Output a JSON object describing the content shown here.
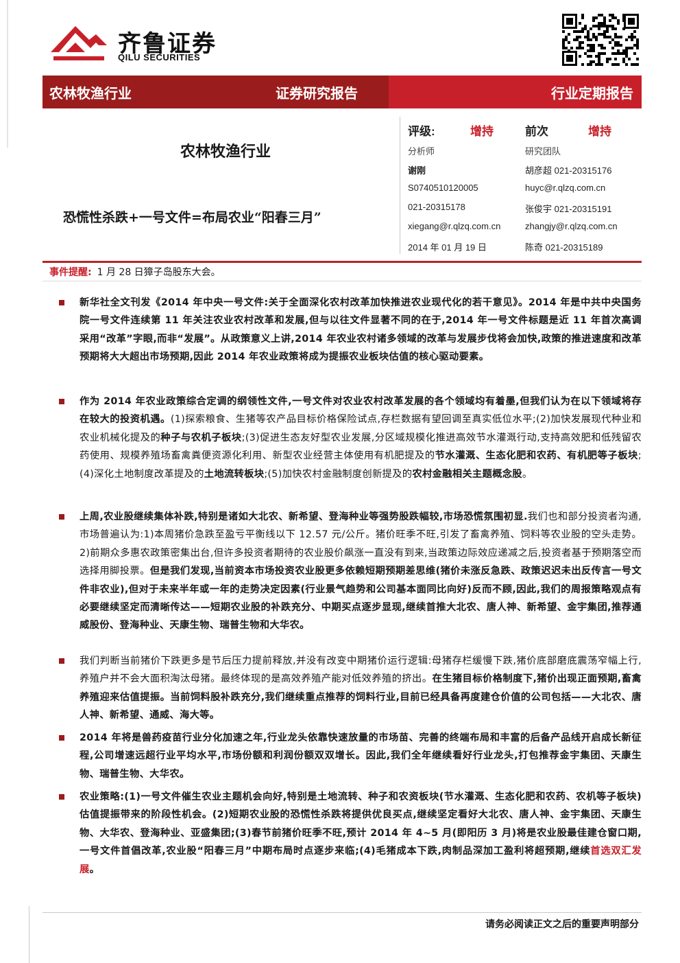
{
  "header": {
    "brand_cn": "齐鲁证券",
    "brand_en": "QILU SECURITIES"
  },
  "banner": {
    "left": "农林牧渔行业",
    "middle": "证券研究报告",
    "right": "行业定期报告"
  },
  "report": {
    "industry": "农林牧渔行业",
    "title": "恐慌性杀跌+一号文件=布局农业“阳春三月”"
  },
  "rating": {
    "label": "评级:",
    "value": "增持",
    "prev_label": "前次",
    "prev_value": "增持"
  },
  "analyst": {
    "role": "分析师",
    "name": "谢刚",
    "license": "S0740510120005",
    "phone": "021-20315178",
    "email": "xiegang@r.qlzq.com.cn",
    "date": "2014 年 01 月 19 日"
  },
  "team": {
    "role": "研究团队",
    "m1": "胡彦超 021-20315176",
    "m1_email": "huyc@r.qlzq.com.cn",
    "m2": "张俊宇 021-20315191",
    "m2_email": "zhangjy@r.qlzq.com.cn",
    "m3": "陈奇 021-20315189"
  },
  "event": {
    "label": "事件提醒:",
    "text": "1 月 28 日獐子岛股东大会。"
  },
  "paragraphs": [
    {
      "segments": [
        {
          "t": "新华社全文刊发《2014 年中央一号文件:关于全面深化农村改革加快推进农业现代化的若干意见》。2014 年是中共中央国务院一号文件连续第 11 年关注农业农村改革和发展,但与以往文件显著不同的在于,2014 年一号文件标题是近 11 年首次高调采用“改革”字眼,而非“发展”。从政策意义上讲,2014 年农业农村诸多领域的改革与发展步伐将会加快,政策的推进速度和改革预期将大大超出市场预期,因此 2014 年农业政策将成为提振农业板块估值的核心驱动要素。",
          "s": "b"
        }
      ]
    },
    {
      "segments": [
        {
          "t": "作为 2014 年农业政策综合定调的纲领性文件,一号文件对农业农村改革发展的各个领域均有着墨,但我们认为在以下领域将存在较大的投资机遇。",
          "s": "b"
        },
        {
          "t": "(1)探索粮食、生猪等农产品目标价格保险试点,存栏数据有望回调至真实低位水平;(2)加快发展现代种业和农业机械化提及的",
          "s": "n"
        },
        {
          "t": "种子与农机子板块",
          "s": "b"
        },
        {
          "t": ";(3)促进生态友好型农业发展,分区域规模化推进高效节水灌溉行动,支持高效肥和低残留农药使用、规模养殖场畜禽粪便资源化利用、新型农业经营主体使用有机肥提及的",
          "s": "n"
        },
        {
          "t": "节水灌溉、生态化肥和农药、有机肥等子板块",
          "s": "b"
        },
        {
          "t": ";(4)深化土地制度改革提及的",
          "s": "n"
        },
        {
          "t": "土地流转板块",
          "s": "b"
        },
        {
          "t": ";(5)加快农村金融制度创新提及的",
          "s": "n"
        },
        {
          "t": "农村金融相关主题概念股",
          "s": "b"
        },
        {
          "t": "。",
          "s": "n"
        }
      ]
    },
    {
      "segments": [
        {
          "t": "上周,农业股继续集体补跌,特别是诸如大北农、新希望、登海种业等强势股跌幅较,市场恐慌氛围初显.",
          "s": "b"
        },
        {
          "t": "我们也和部分投资者沟通,市场普遍认为:1)本周猪价急跌至盈亏平衡线以下 12.57 元/公斤。猪价旺季不旺,引发了畜禽养殖、饲料等农业股的空头走势。2)前期众多惠农政策密集出台,但许多投资者期待的农业股价飙涨一直没有到来,当政策边际效应递减之后,投资者基于预期落空而选择用脚投票。",
          "s": "n"
        },
        {
          "t": "但是我们发现,当前资本市场投资农业股更多依赖短期预期差思维(猪价未涨反急跌、政策迟迟未出反传言一号文件非农业),但对于未来半年或一年的走势决定因素(行业景气趋势和公司基本面同比向好)反而不顾,因此,我们的周报策略观点有必要继续坚定而清晰传达——短期农业股的补跌充分、中期买点逐步显现,继续首推大北农、唐人神、新希望、金宇集团,推荐通威股份、登海种业、天康生物、瑞普生物和大华农。",
          "s": "b"
        }
      ]
    },
    {
      "segments": [
        {
          "t": "我们判断当前猪价下跌更多是节后压力提前释放,并没有改变中期猪价运行逻辑:母猪存栏缓慢下跌,猪价底部磨底震荡窄幅上行,养殖户并不会大面积淘汰母猪。最终体现的是高效养殖产能对低效养殖的挤出。",
          "s": "n"
        },
        {
          "t": "在生猪目标价格制度下,猪价出现正面预期,畜禽养殖迎来估值提振。当前饲料股补跌充分,我们继续重点推荐的饲料行业,目前已经具备再度建仓价值的公司包括——大北农、唐人神、新希望、通威、海大等。",
          "s": "b"
        }
      ]
    },
    {
      "segments": [
        {
          "t": "2014 年将是兽药疫苗行业分化加速之年,行业龙头依靠快速放量的市场苗、完善的终端布局和丰富的后备产品线开启成长新征程,公司增速远超行业平均水平,市场份额和利润份额双双增长。因此,我们全年继续看好行业龙头,打包推荐金宇集团、天康生物、瑞普生物、大华农。",
          "s": "b"
        }
      ]
    },
    {
      "segments": [
        {
          "t": "农业策略:(1)一号文件催生农业主题机会向好,特别是土地流转、种子和农资板块(节水灌溉、生态化肥和农药、农机等子板块)估值提振带来的阶段性机会。(2)短期农业股的恐慌性杀跌将提供优良买点,继续坚定看好大北农、唐人神、金宇集团、天康生物、大华农、登海种业、亚盛集团;(3)春节前猪价旺季不旺,预计 2014 年 4~5 月(即阳历 3 月)将是农业股最佳建仓窗口期,一号文件首倡改革,农业股“阳春三月”中期布局时点逐步来临;(4)毛猪成本下跌,肉制品深加工盈利将超预期,继续",
          "s": "b"
        },
        {
          "t": "首选双汇发展",
          "s": "hl"
        },
        {
          "t": "。",
          "s": "b"
        }
      ]
    }
  ],
  "footer": {
    "text": "请务必阅读正文之后的重要声明部分"
  },
  "colors": {
    "brand_dark_red": "#9b1c1c",
    "brand_red": "#c8202a"
  }
}
